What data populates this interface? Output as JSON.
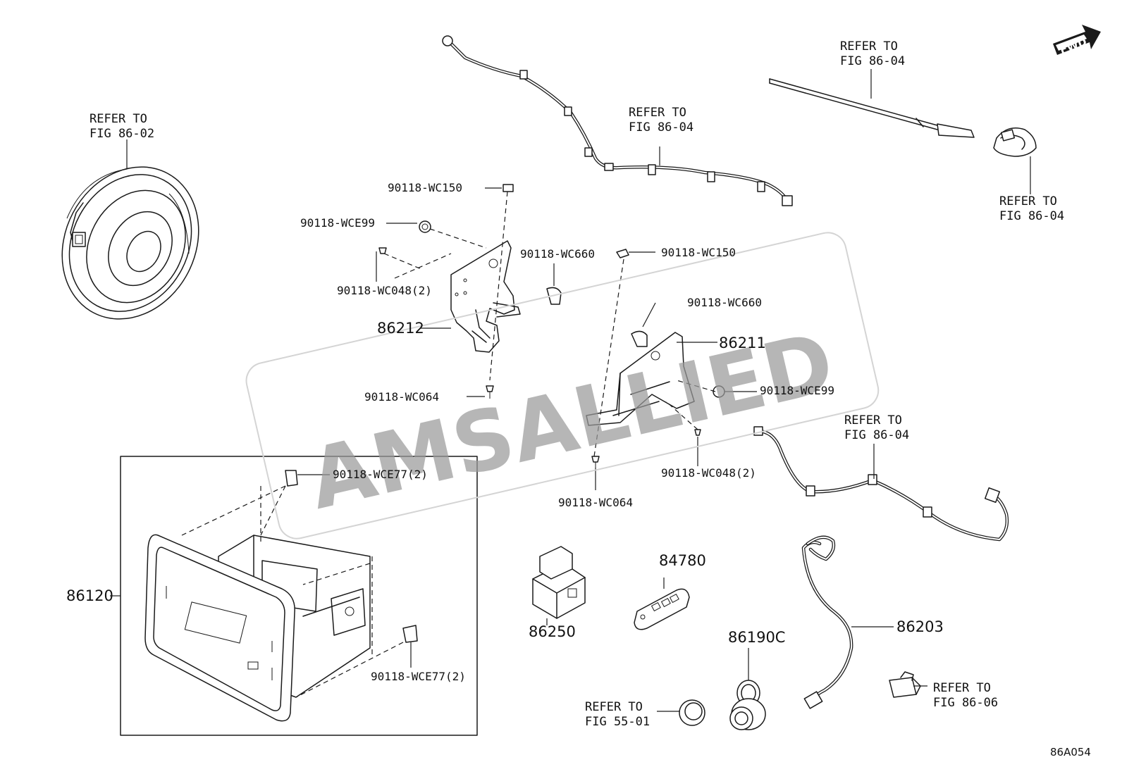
{
  "diagram": {
    "watermark": "AMSALLIED",
    "fwd_badge": "FWD",
    "figure_code": "86A054",
    "references": [
      {
        "line1": "REFER TO",
        "line2": "FIG 86-02"
      },
      {
        "line1": "REFER TO",
        "line2": "FIG 86-04"
      },
      {
        "line1": "REFER TO",
        "line2": "FIG 86-04"
      },
      {
        "line1": "REFER TO",
        "line2": "FIG 86-04"
      },
      {
        "line1": "REFER TO",
        "line2": "FIG 86-04"
      },
      {
        "line1": "REFER TO",
        "line2": "FIG 86-06"
      },
      {
        "line1": "REFER TO",
        "line2": "FIG 55-01"
      }
    ],
    "labels": [
      "90118-WC150",
      "90118-WCE99",
      "90118-WC048(2)",
      "86212",
      "90118-WC660",
      "90118-WC150",
      "90118-WC660",
      "86211",
      "90118-WCE99",
      "90118-WC064",
      "90118-WC048(2)",
      "90118-WC064",
      "90118-WCE77(2)",
      "86120",
      "90118-WCE77(2)",
      "86250",
      "84780",
      "86190C",
      "86203"
    ]
  }
}
